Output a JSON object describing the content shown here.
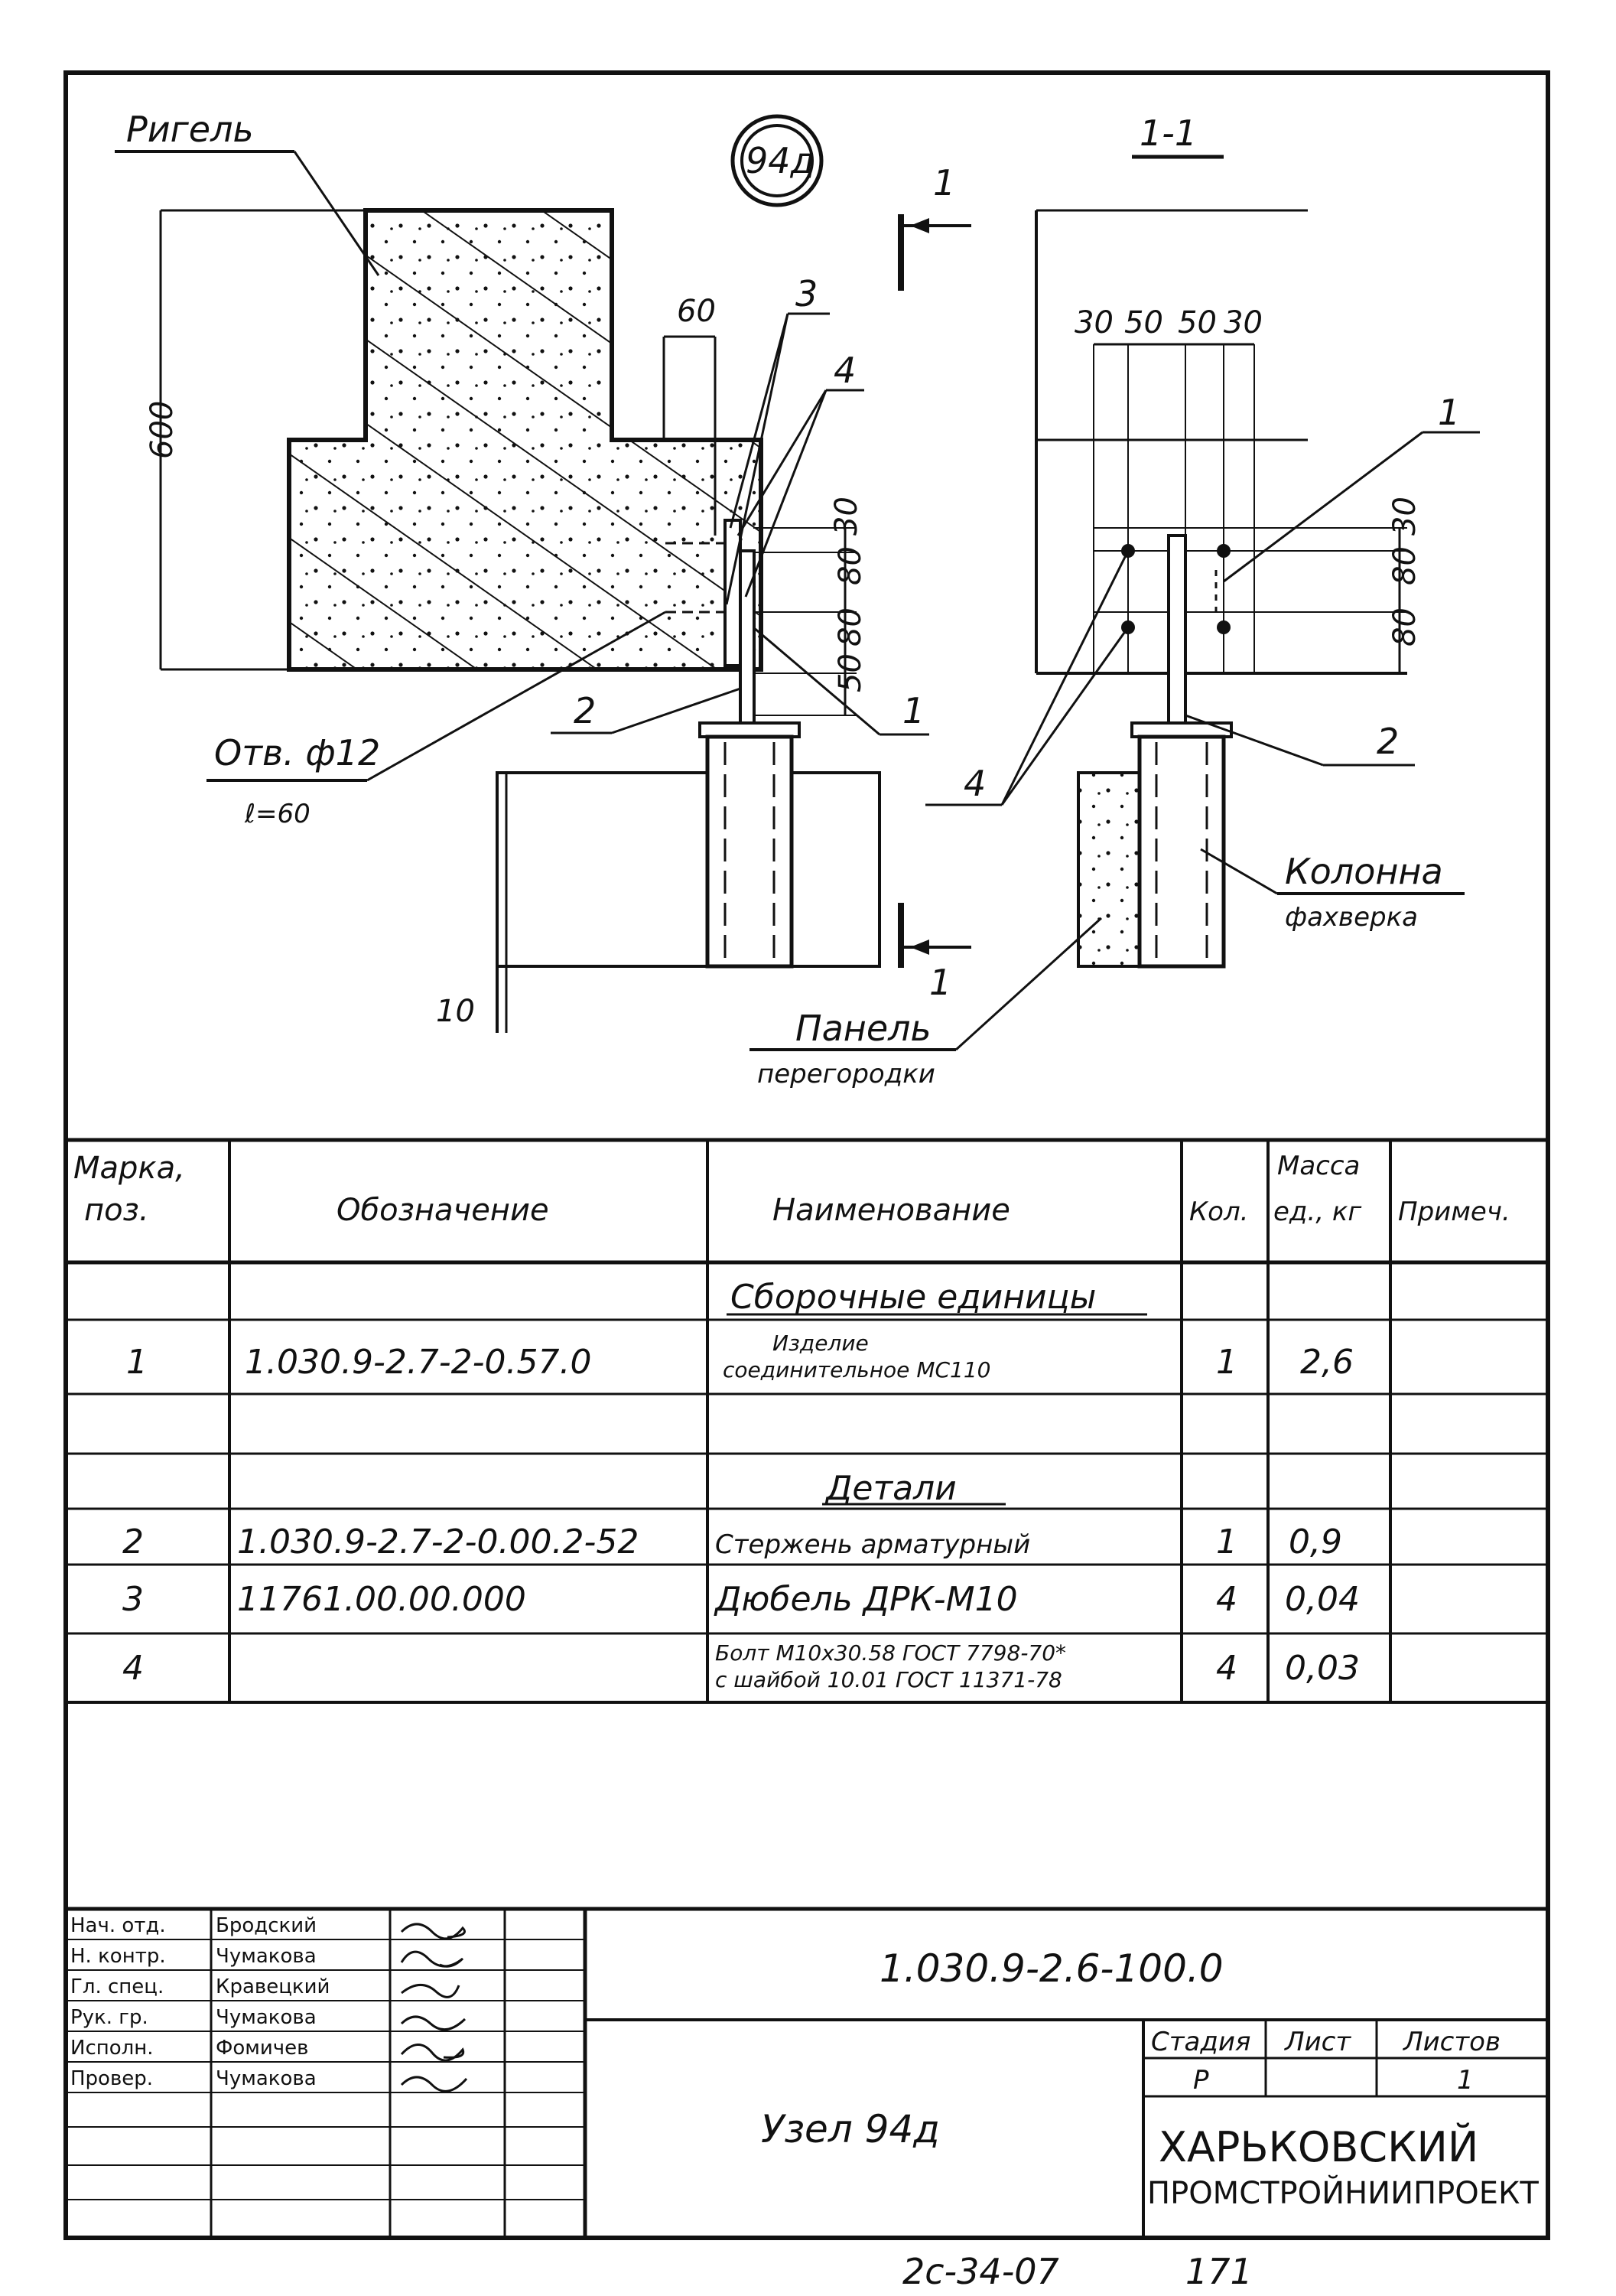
{
  "drawing": {
    "node_mark": "94д",
    "section_label": "1-1",
    "section_marker_top": "1",
    "section_marker_bottom": "1",
    "ригель_label": "Ригель",
    "hole_label": "Отв. ф12",
    "hole_length": "ℓ=60",
    "column_label": "Колонна",
    "column_sub": "фахверка",
    "panel_label": "Панель",
    "panel_sub": "перегородки",
    "dims": {
      "height_600": "600",
      "width_60": "60",
      "d30_top": "30",
      "d80_a": "80",
      "d80_b": "80",
      "d50": "50",
      "d10": "10",
      "sec_30a": "30",
      "sec_50a": "50",
      "sec_50b": "50",
      "sec_30b": "30",
      "sec_v30": "30",
      "sec_v80a": "80",
      "sec_v80b": "80"
    },
    "callouts": {
      "c1_left": "1",
      "c2_left": "2",
      "c3": "3",
      "c4_left": "4",
      "c1_right": "1",
      "c2_right": "2",
      "c4_right": "4"
    }
  },
  "spec_table": {
    "headers": {
      "mark": "Марка, поз.",
      "designation": "Обозначение",
      "name": "Наименование",
      "qty": "Кол.",
      "mass": "Масса ед., кг",
      "note": "Примеч."
    },
    "section_assembly": "Сборочные единицы",
    "section_details": "Детали",
    "rows": [
      {
        "pos": "1",
        "designation": "1.030.9-2.7-2-0.57.0",
        "name_line1": "Изделие",
        "name_line2": "соединительное МС110",
        "qty": "1",
        "mass": "2,6"
      },
      {
        "pos": "2",
        "designation": "1.030.9-2.7-2-0.00.2-52",
        "name": "Стержень арматурный",
        "qty": "1",
        "mass": "0,9"
      },
      {
        "pos": "3",
        "designation": "11761.00.00.000",
        "name": "Дюбель ДРК-М10",
        "qty": "4",
        "mass": "0,04"
      },
      {
        "pos": "4",
        "designation": "",
        "name_line1": "Болт М10х30.58 ГОСТ 7798-70*",
        "name_line2": "с шайбой 10.01 ГОСТ 11371-78",
        "qty": "4",
        "mass": "0,03"
      }
    ]
  },
  "title_block": {
    "roles": [
      {
        "role": "Нач. отд.",
        "name": "Бродский"
      },
      {
        "role": "Н. контр.",
        "name": "Чумакова"
      },
      {
        "role": "Гл. спец.",
        "name": "Кравецкий"
      },
      {
        "role": "Рук. гр.",
        "name": "Чумакова"
      },
      {
        "role": "Исполн.",
        "name": "Фомичев"
      },
      {
        "role": "Провер.",
        "name": "Чумакова"
      }
    ],
    "document_code": "1.030.9-2.6-100.0",
    "title": "Узел 94д",
    "stage_label": "Стадия",
    "sheet_label": "Лист",
    "sheets_label": "Листов",
    "stage_value": "Р",
    "sheets_value": "1",
    "org_line1": "ХАРЬКОВСКИЙ",
    "org_line2": "ПРОМСТРОЙНИИПРОЕКТ"
  },
  "footer": {
    "number_left": "2с-34-07",
    "number_right": "171"
  }
}
